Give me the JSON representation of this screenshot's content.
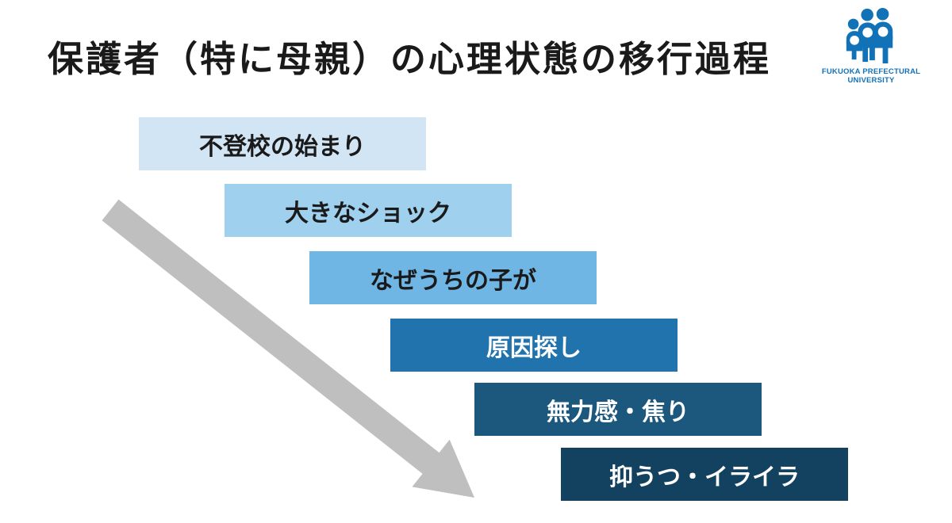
{
  "page": {
    "background": "#ffffff"
  },
  "title": {
    "text": "保護者（特に母親）の心理状態の移行過程",
    "color": "#1a1a1a"
  },
  "logo": {
    "icon": "three-figures-university-logo-icon",
    "line1": "FUKUOKA PREFECTURAL",
    "line2": "UNIVERSITY",
    "color": "#1272b8"
  },
  "diagram": {
    "arrow": {
      "name": "downward-transition-arrow",
      "color": "#bfbfbf",
      "direction": "top-left to bottom-right"
    },
    "steps": [
      {
        "label": "不登校の始まり",
        "bg": "#d2e5f4",
        "text_color": "#1a1a1a"
      },
      {
        "label": "大きなショック",
        "bg": "#9fd0ee",
        "text_color": "#1a1a1a"
      },
      {
        "label": "なぜうちの子が",
        "bg": "#6fb6e5",
        "text_color": "#1a1a1a"
      },
      {
        "label": "原因探し",
        "bg": "#2173ad",
        "text_color": "#ffffff"
      },
      {
        "label": "無力感・焦り",
        "bg": "#1c577e",
        "text_color": "#ffffff"
      },
      {
        "label": "抑うつ・イライラ",
        "bg": "#134160",
        "text_color": "#ffffff"
      }
    ]
  }
}
